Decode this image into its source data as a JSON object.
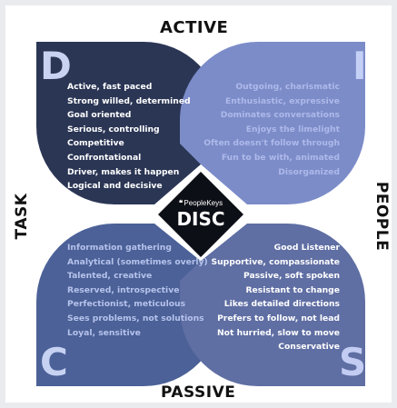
{
  "axes": {
    "top": "ACTIVE",
    "bottom": "PASSIVE",
    "left": "TASK",
    "right": "PEOPLE"
  },
  "center": {
    "brand": "PeopleKeys",
    "title": "DISC"
  },
  "quadrants": [
    {
      "letter": "D",
      "color": "#2b3655",
      "traits": [
        "Active, fast paced",
        "Strong willed, determined",
        "Goal oriented",
        "Serious, controlling",
        "Competitive",
        "Confrontational",
        "Driver, makes it happen",
        "Logical and decisive"
      ]
    },
    {
      "letter": "I",
      "color": "#7c8cc9",
      "traits": [
        "Outgoing, charismatic",
        "Enthusiastic, expressive",
        "Dominates conversations",
        "Enjoys the limelight",
        "Often doesn't follow through",
        "Fun to be with, animated",
        "Disorganized"
      ]
    },
    {
      "letter": "C",
      "color": "#4b6197",
      "traits": [
        "Information gathering",
        "Analytical (sometimes overly)",
        "Talented, creative",
        "Reserved, introspective",
        "Perfectionist, meticulous",
        "Sees problems, not solutions",
        "Loyal, sensitive"
      ]
    },
    {
      "letter": "S",
      "color": "#5f6ea3",
      "traits": [
        "Good Listener",
        "Supportive, compassionate",
        "Passive, soft spoken",
        "Resistant to change",
        "Likes detailed directions",
        "Prefers to follow, not lead",
        "Not hurried, slow to move",
        "Conservative"
      ]
    }
  ],
  "colors": {
    "center": "#0d0f16",
    "d_text": "#ffffff",
    "i_text": "#aeb9ea",
    "c_text": "#b6c3ec",
    "s_text": "#ffffff",
    "letter_d": "#c9d2f0",
    "letter_i": "#c5d0f6",
    "letter_c": "#c7d2f3",
    "letter_s": "#c3cdf3"
  }
}
